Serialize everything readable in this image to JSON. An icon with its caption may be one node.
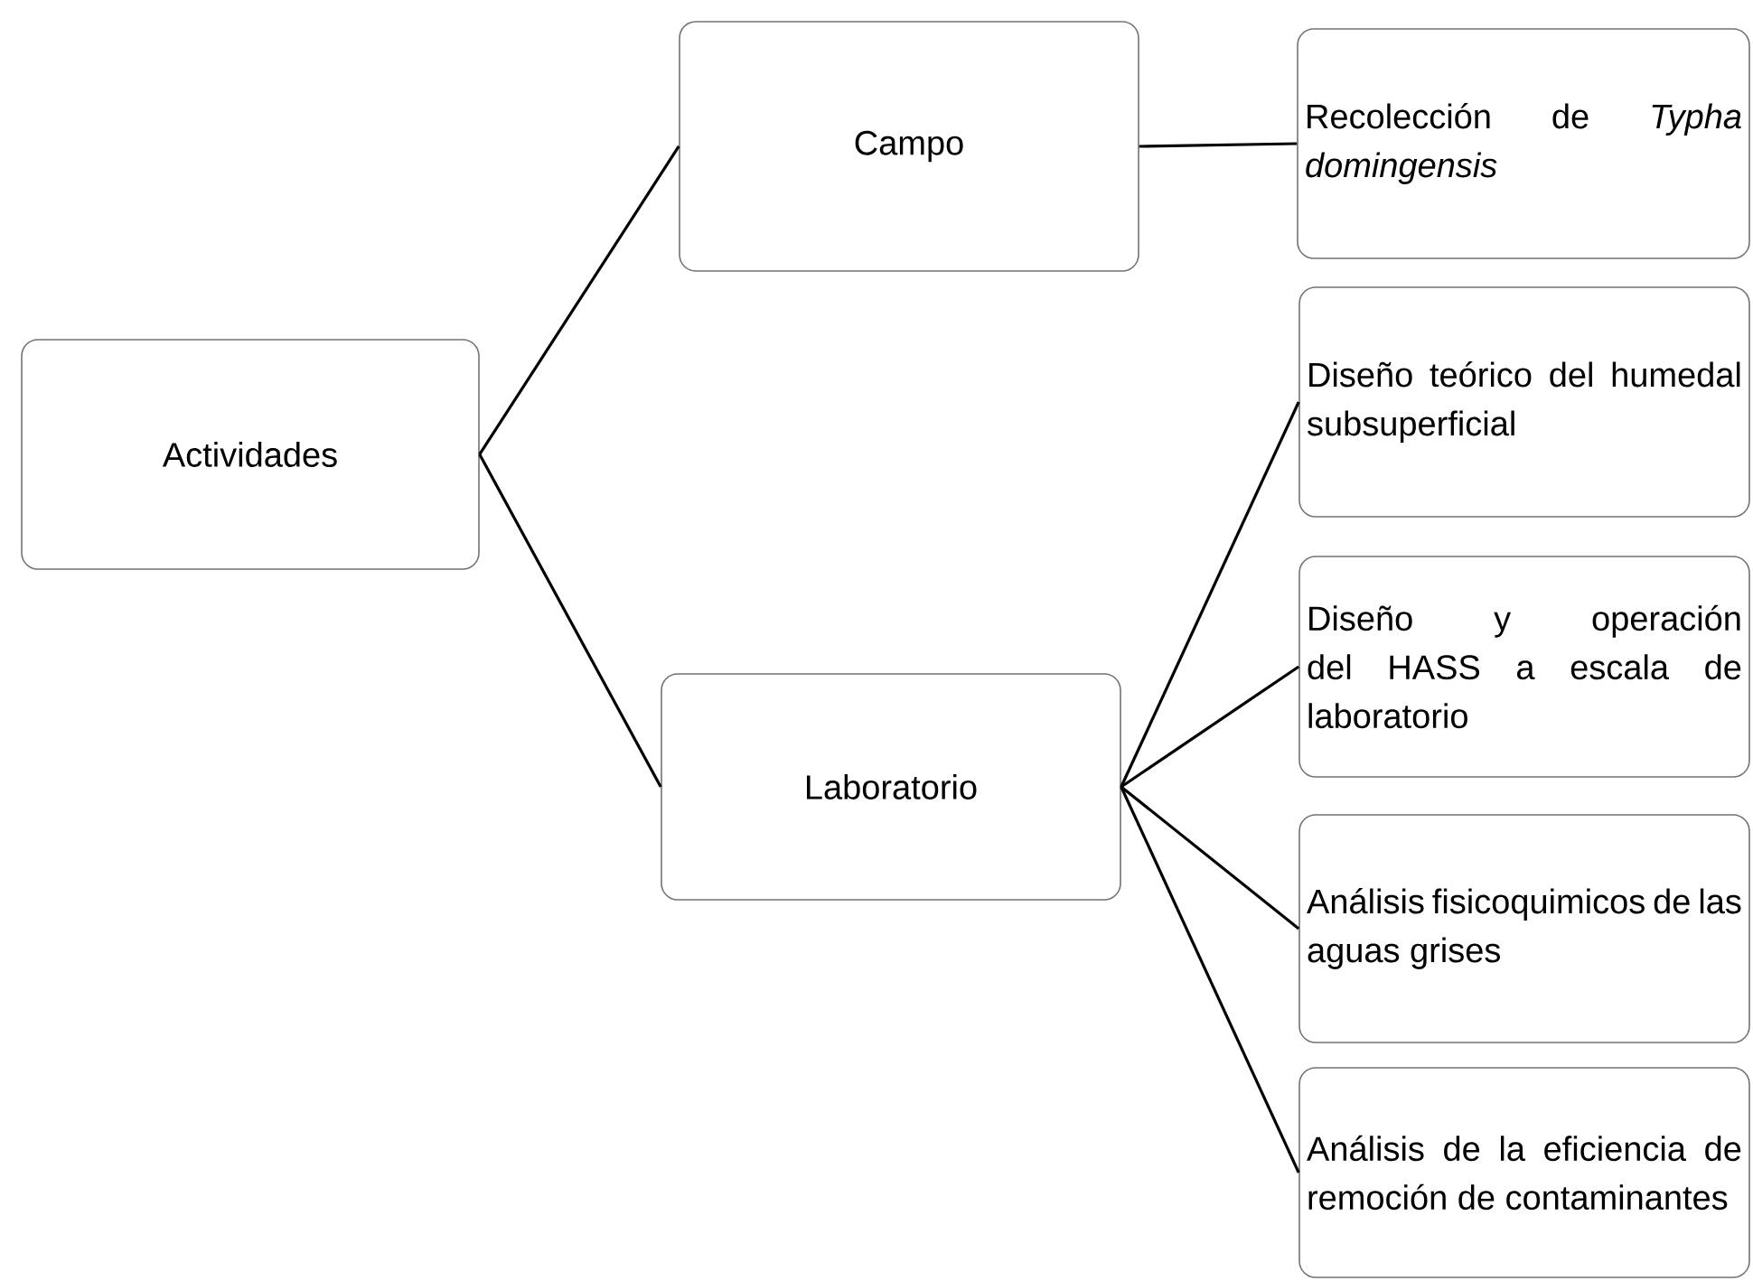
{
  "diagram": {
    "nodes": [
      {
        "text": [
          "Actividades"
        ]
      },
      {
        "text": [
          "Campo"
        ]
      },
      {
        "text": [
          "Laboratorio"
        ]
      },
      {
        "text": [
          "Recolección de *Typha domingensis*"
        ]
      },
      {
        "text": [
          "Diseño teórico del humedal subsuperficial"
        ]
      },
      {
        "text": [
          "Diseño y operación del HASS a escala de laboratorio"
        ]
      },
      {
        "text": [
          "Análisis fisicoquimicos de las aguas grises"
        ]
      },
      {
        "text": [
          "Análisis de la eficiencia de remoción de contaminantes"
        ]
      }
    ],
    "edges": [
      {
        "from": 0,
        "to": 1,
        "arrow": "none"
      },
      {
        "from": 0,
        "to": 2,
        "arrow": "none"
      },
      {
        "from": 1,
        "to": 3,
        "arrow": "none"
      },
      {
        "from": 2,
        "to": 4,
        "arrow": "none"
      },
      {
        "from": 2,
        "to": 5,
        "arrow": "none"
      },
      {
        "from": 2,
        "to": 6,
        "arrow": "none"
      },
      {
        "from": 2,
        "to": 7,
        "arrow": "none"
      }
    ]
  }
}
